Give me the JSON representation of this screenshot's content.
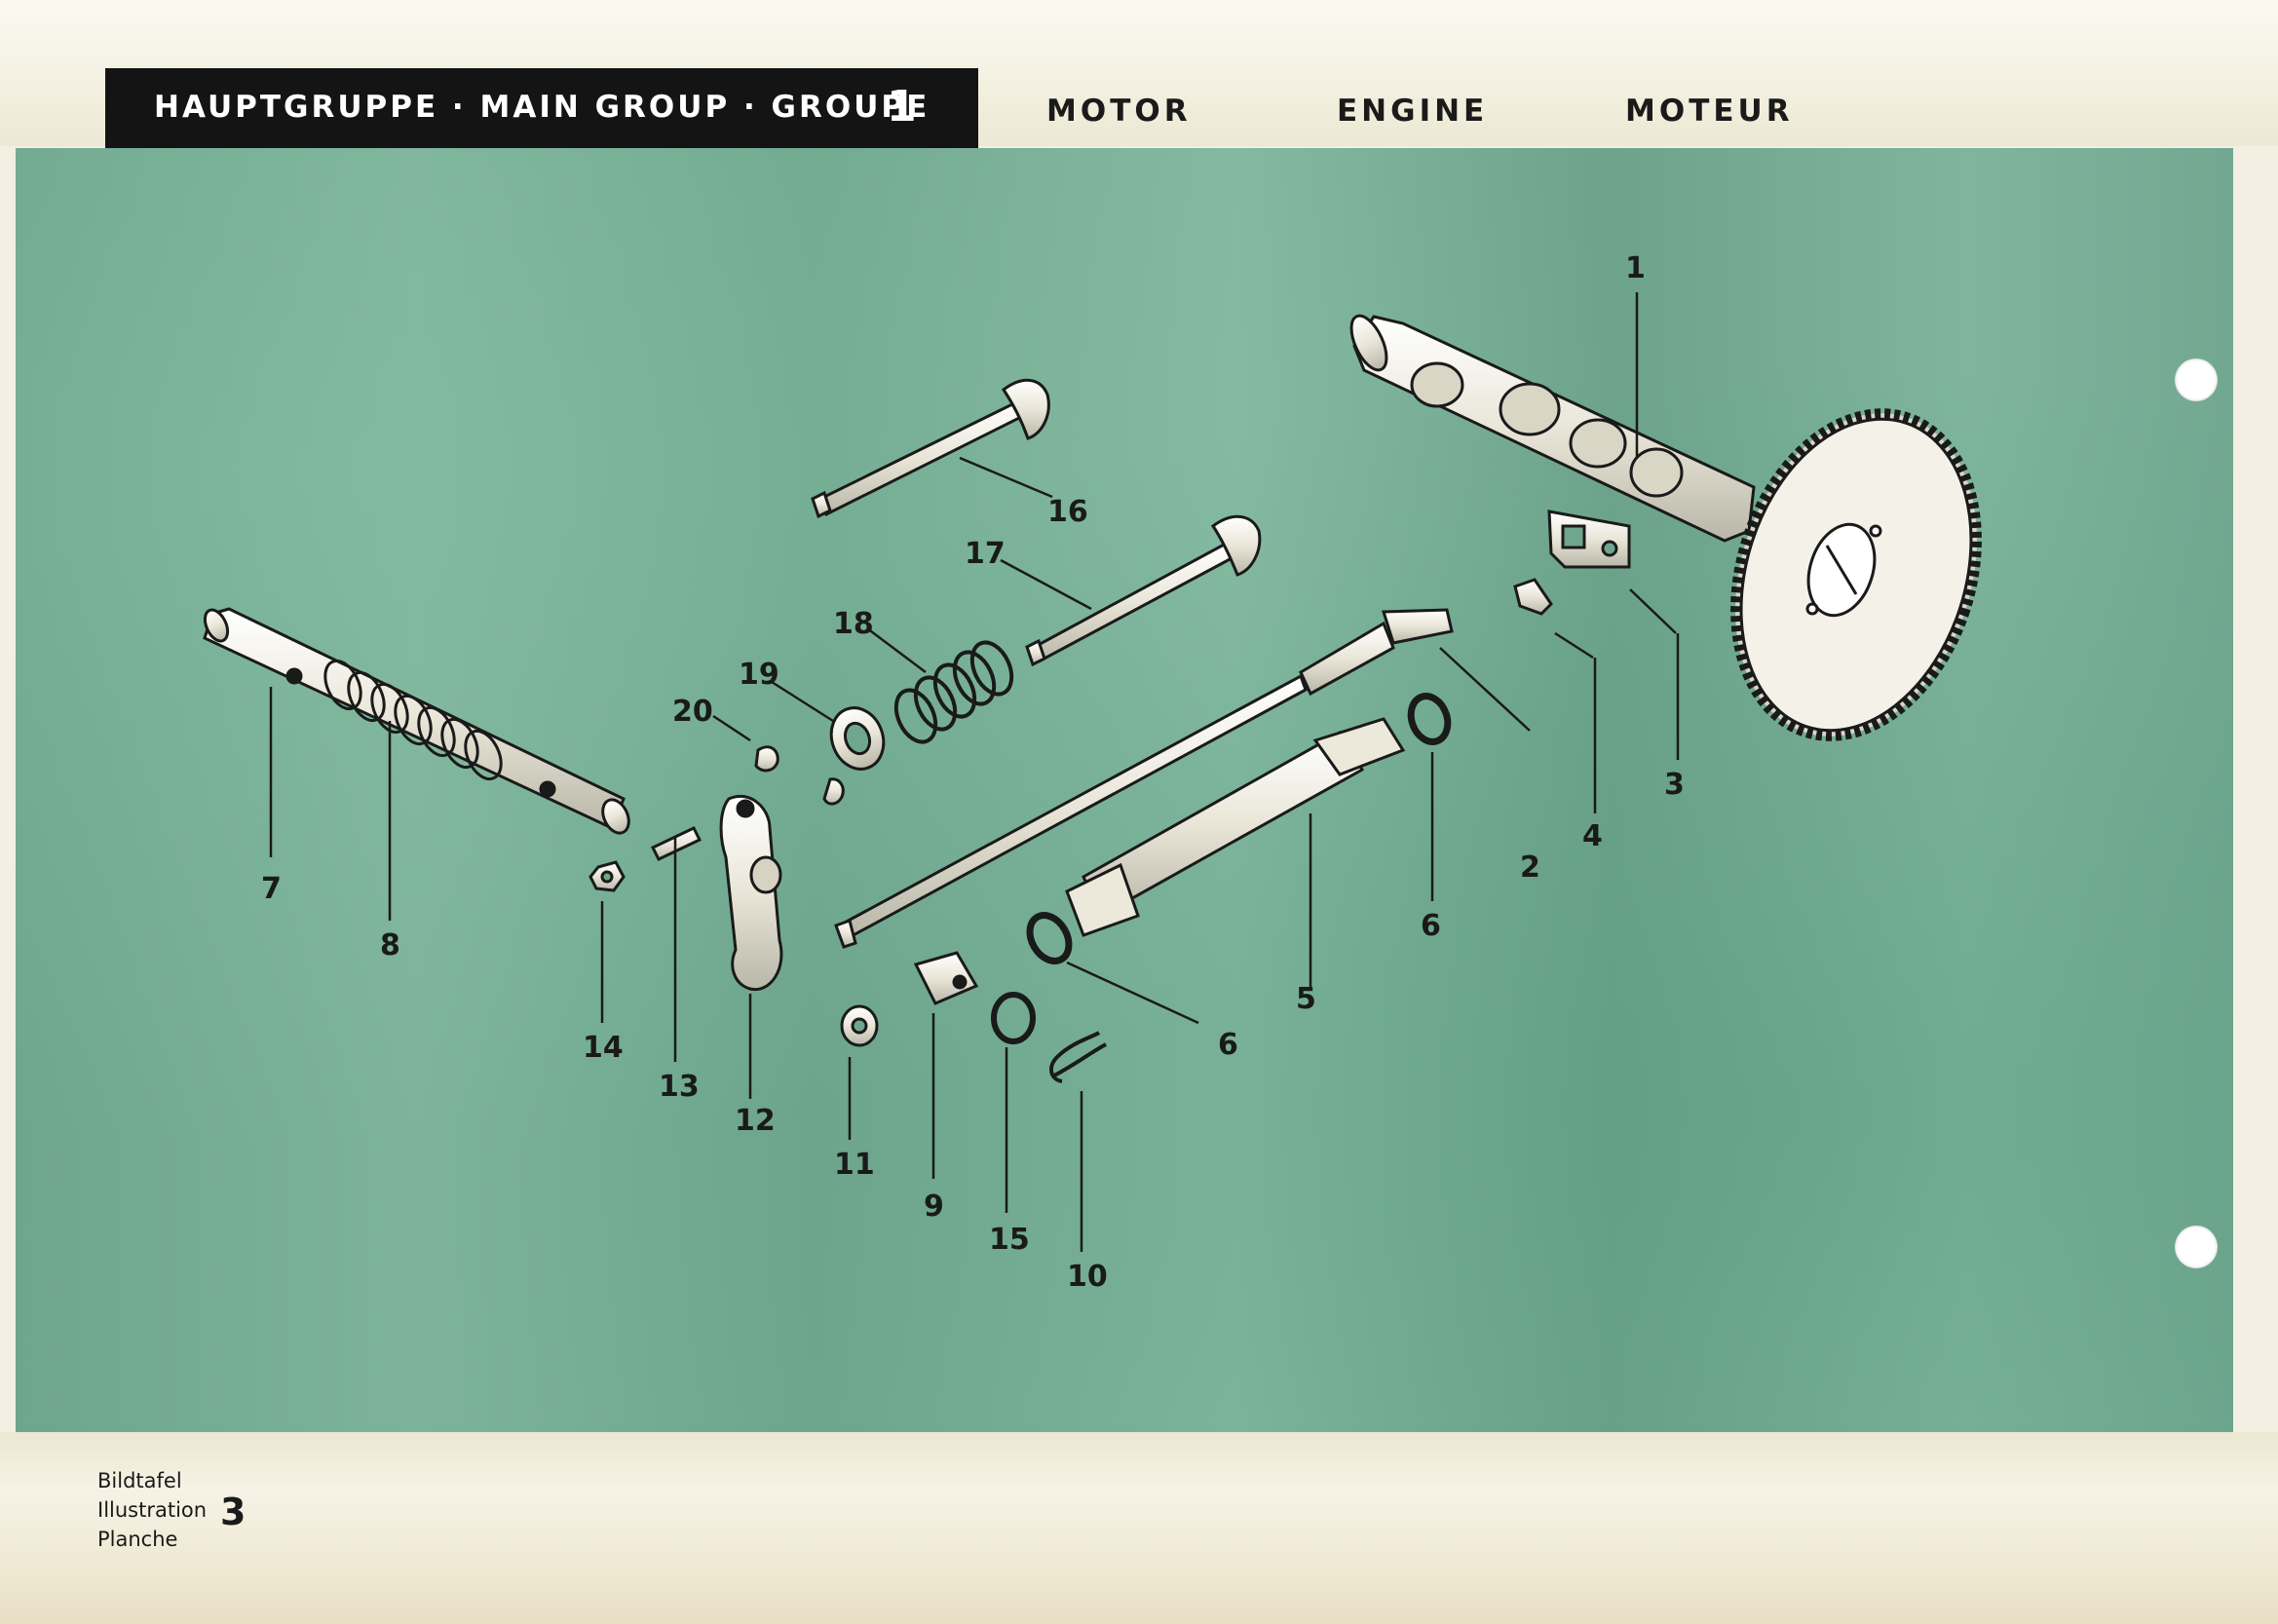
{
  "header": {
    "group_prefix": "HAUPTGRUPPE · MAIN GROUP · GROUPE",
    "group_number": "1",
    "title_de": "MOTOR",
    "title_en": "ENGINE",
    "title_fr": "MOTEUR"
  },
  "diagram": {
    "callouts": [
      "1",
      "2",
      "3",
      "4",
      "5",
      "6",
      "6",
      "7",
      "8",
      "9",
      "10",
      "11",
      "12",
      "13",
      "14",
      "15",
      "16",
      "17",
      "18",
      "19",
      "20"
    ]
  },
  "footer": {
    "caption_de": "Bildtafel",
    "caption_en": "Illustration",
    "caption_fr": "Planche",
    "plate_number": "3"
  },
  "colors": {
    "panel_green": "#7db39b",
    "header_band": "#141414",
    "paper": "#f3f0e3"
  }
}
